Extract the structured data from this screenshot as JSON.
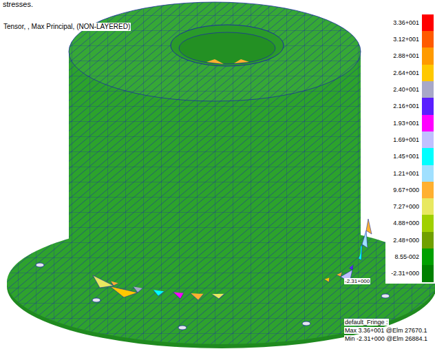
{
  "diagram": {
    "labels": [
      "stresses.",
      "Tensor, , Max Principal, (NON-LAYERED)",
      "-2.31+000",
      "default_Fringe :",
      "Max 3.36+001 @Elm 27670.1",
      "Min -2.31+000 @Elm 26884.1"
    ],
    "legend": [
      {
        "text": "3.36+001",
        "color": "#ff0000"
      },
      {
        "text": "3.12+001",
        "color": "#ff5a00"
      },
      {
        "text": "2.88+001",
        "color": "#ff9a00"
      },
      {
        "text": "2.64+001",
        "color": "#ffc800"
      },
      {
        "text": "2.40+001",
        "color": "#a8a8c8"
      },
      {
        "text": "2.16+001",
        "color": "#5a1eff"
      },
      {
        "text": "1.93+001",
        "color": "#ff00ff"
      },
      {
        "text": "1.69+001",
        "color": "#c0c0ff"
      },
      {
        "text": "1.45+001",
        "color": "#00ffff"
      },
      {
        "text": "1.21+001",
        "color": "#a0e0ff"
      },
      {
        "text": "9.67+000",
        "color": "#ffb030"
      },
      {
        "text": "7.27+000",
        "color": "#e8e860"
      },
      {
        "text": "4.88+000",
        "color": "#a0d000"
      },
      {
        "text": "2.48+000",
        "color": "#70a000"
      },
      {
        "text": "8.55-002",
        "color": "#00a000"
      },
      {
        "text": "-2.31+000",
        "color": "#008000"
      }
    ]
  }
}
